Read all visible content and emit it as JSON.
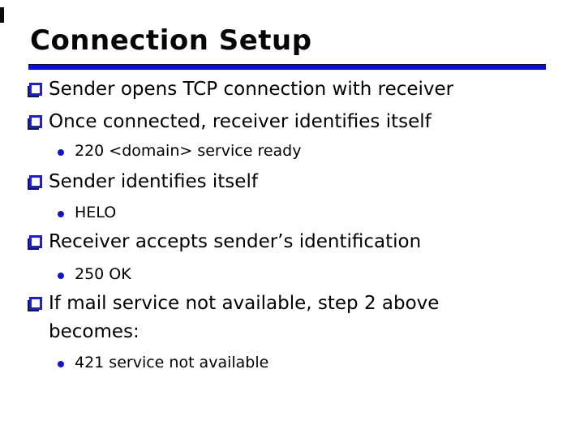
{
  "title": "Connection Setup",
  "colors": {
    "accent": "#0b0bd6",
    "bullet_border": "#1f1fd1",
    "bullet_shadow": "#13135f",
    "dot": "#1414cc",
    "title_text": "#060606",
    "body_text": "#000000"
  },
  "icons": {
    "level1_bullet": "shadowed-square-bullet-icon",
    "level2_bullet": "dot-bullet-icon"
  },
  "bullets": [
    {
      "level": 1,
      "text": "Sender opens TCP connection with receiver"
    },
    {
      "level": 1,
      "text": "Once connected, receiver identifies itself"
    },
    {
      "level": 2,
      "text": "220 <domain> service ready"
    },
    {
      "level": 1,
      "text": "Sender identifies itself"
    },
    {
      "level": 2,
      "text": "HELO"
    },
    {
      "level": 1,
      "text": "Receiver accepts sender’s identification"
    },
    {
      "level": 2,
      "text": "250 OK"
    },
    {
      "level": 1,
      "text": "If mail service not available, step 2 above becomes:"
    },
    {
      "level": 2,
      "text": "421 service not available"
    }
  ]
}
